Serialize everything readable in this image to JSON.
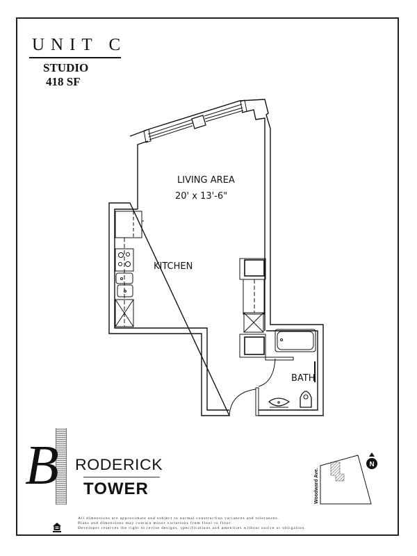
{
  "header": {
    "unit_title": "UNIT C",
    "unit_type": "STUDIO",
    "square_footage": "418 SF"
  },
  "rooms": {
    "living_area": {
      "label": "LIVING AREA",
      "dimensions": "20' x 13'-6\""
    },
    "kitchen": {
      "label": "KITCHEN"
    },
    "bath": {
      "label": "BATH"
    }
  },
  "logo": {
    "initial": "B",
    "line1": "RODERICK",
    "line2": "TOWER"
  },
  "site_map": {
    "street": "Woodward Ave.",
    "north_label": "N"
  },
  "disclaimer": {
    "lines": [
      "All dimensions are approximate and subject to normal construction variances and tolerances.",
      "Plans and dimensions may contain minor variations from floor to floor.",
      "Developer reserves the right to revise designs, specifications and amenities without notice or obligation."
    ]
  },
  "icons": {
    "equal_housing": "equal-housing-opportunity-icon",
    "north_arrow": "north-arrow-icon"
  },
  "colors": {
    "line": "#111111",
    "background": "#ffffff"
  }
}
